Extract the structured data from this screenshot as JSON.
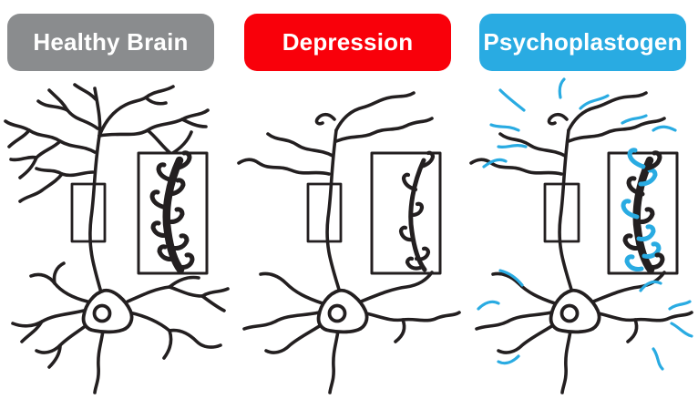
{
  "panels": [
    {
      "id": "healthy-brain",
      "label": "Healthy Brain",
      "badge_color": "#8A8C8E"
    },
    {
      "id": "depression",
      "label": "Depression",
      "badge_color": "#F9000A"
    },
    {
      "id": "psychoplastogen",
      "label": "Psychoplastogen",
      "badge_color": "#29ABE2"
    }
  ],
  "colors": {
    "ink": "#231F20",
    "new_growth": "#29ABE2",
    "background": "#FFFFFF",
    "badge_text": "#FFFFFF",
    "healthy_badge": "#8A8C8E",
    "depression_badge": "#F9000A",
    "psychoplastogen_badge": "#29ABE2"
  }
}
